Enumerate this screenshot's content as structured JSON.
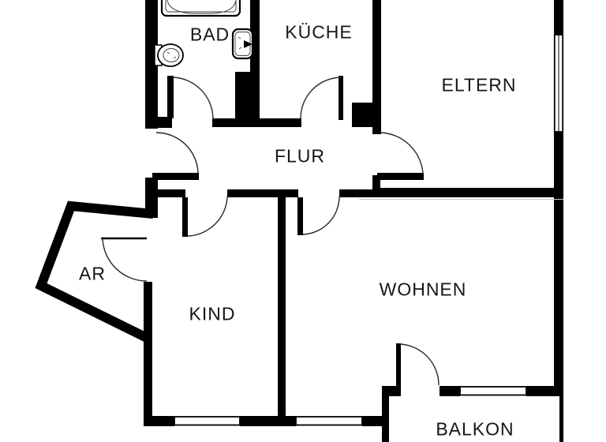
{
  "plan": {
    "type": "apartment-floor-plan",
    "rooms": [
      {
        "id": "bad",
        "label": "BAD"
      },
      {
        "id": "kueche",
        "label": "KÜCHE"
      },
      {
        "id": "eltern",
        "label": "ELTERN"
      },
      {
        "id": "flur",
        "label": "FLUR"
      },
      {
        "id": "ar",
        "label": "AR"
      },
      {
        "id": "kind",
        "label": "KIND"
      },
      {
        "id": "wohnen",
        "label": "WOHNEN"
      },
      {
        "id": "balkon",
        "label": "BALKON"
      }
    ],
    "fixtures": [
      {
        "icon": "bathtub-icon"
      },
      {
        "icon": "toilet-icon"
      },
      {
        "icon": "sink-icon"
      }
    ],
    "colors": {
      "background": "#ffffff",
      "walls": "#000000",
      "label_text": "#161616",
      "door_arc": "#2a2a2a"
    }
  }
}
